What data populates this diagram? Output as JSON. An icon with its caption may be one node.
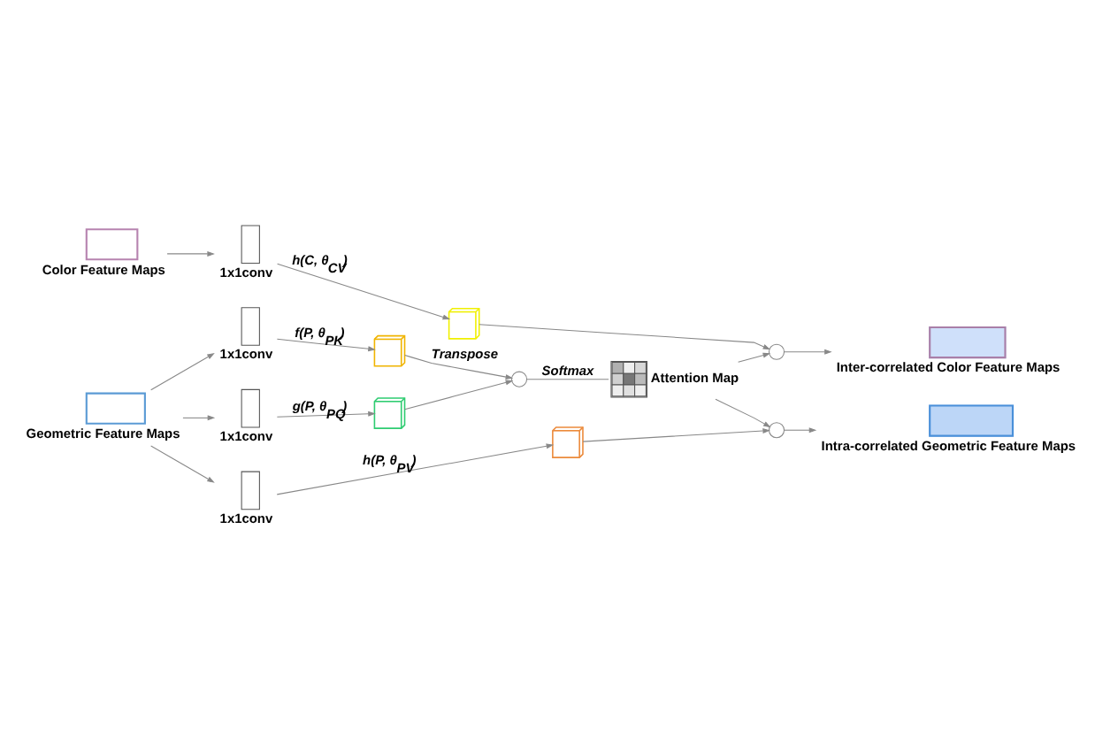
{
  "diagram": {
    "nodes": [
      {
        "text": [
          "Color Feature Maps"
        ]
      },
      {
        "text": [
          "1x1conv"
        ]
      },
      {
        "text": [],
        "shape": "box"
      },
      {
        "text": [
          "Geometric Feature Maps"
        ]
      },
      {
        "text": [
          "1x1conv"
        ]
      },
      {
        "text": [],
        "shape": "box"
      },
      {
        "text": [
          "1x1conv"
        ]
      },
      {
        "text": [],
        "shape": "box"
      },
      {
        "text": [
          "1x1conv"
        ]
      },
      {
        "text": [],
        "shape": "box"
      },
      {
        "text": [],
        "shape": "circle"
      },
      {
        "text": [
          "Attention Map"
        ]
      },
      {
        "text": [],
        "shape": "circle"
      },
      {
        "text": [
          "Inter-correlated Color Feature Maps"
        ]
      },
      {
        "text": [],
        "shape": "circle"
      },
      {
        "text": [
          "Intra-correlated Geometric Feature Maps"
        ]
      }
    ],
    "edges": [
      {
        "from": 0,
        "to": 1,
        "arrow": "to"
      },
      {
        "from": 1,
        "to": 2,
        "arrow": "to",
        "label": "h(C, θ$_{CV}$)"
      },
      {
        "from": 2,
        "to": 12,
        "arrow": "to"
      },
      {
        "from": 3,
        "to": 4,
        "arrow": "to"
      },
      {
        "from": 3,
        "to": 6,
        "arrow": "to"
      },
      {
        "from": 3,
        "to": 8,
        "arrow": "to"
      },
      {
        "from": 4,
        "to": 5,
        "arrow": "to",
        "label": "f(P, θ$_{PK}$)"
      },
      {
        "from": 6,
        "to": 7,
        "arrow": "to",
        "label": "g(P, θ$_{PQ}$)"
      },
      {
        "from": 8,
        "to": 9,
        "arrow": "to",
        "label": "h(P, θ$_{PV}$)"
      },
      {
        "from": 5,
        "to": 10,
        "arrow": "to",
        "label": "Transpose"
      },
      {
        "from": 7,
        "to": 10,
        "arrow": "to"
      },
      {
        "from": 10,
        "to": 11,
        "arrow": "none",
        "label": "Softmax"
      },
      {
        "from": 11,
        "to": 12,
        "arrow": "to"
      },
      {
        "from": 12,
        "to": 13,
        "arrow": "to"
      },
      {
        "from": 11,
        "to": 14,
        "arrow": "to"
      },
      {
        "from": 9,
        "to": 14,
        "arrow": "to"
      },
      {
        "from": 14,
        "to": 15,
        "arrow": "to"
      }
    ]
  }
}
